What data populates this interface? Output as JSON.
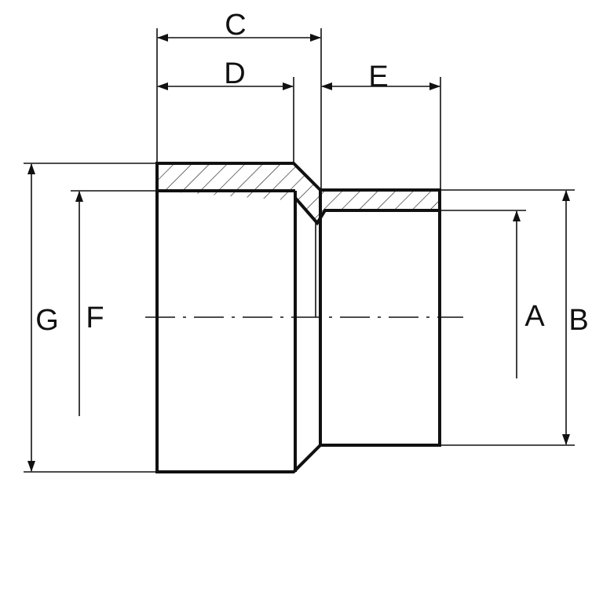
{
  "labels": {
    "c": "C",
    "d": "D",
    "e": "E",
    "a": "A",
    "b": "B",
    "f": "F",
    "g": "G"
  },
  "colors": {
    "line": "#111111",
    "background": "#ffffff"
  }
}
